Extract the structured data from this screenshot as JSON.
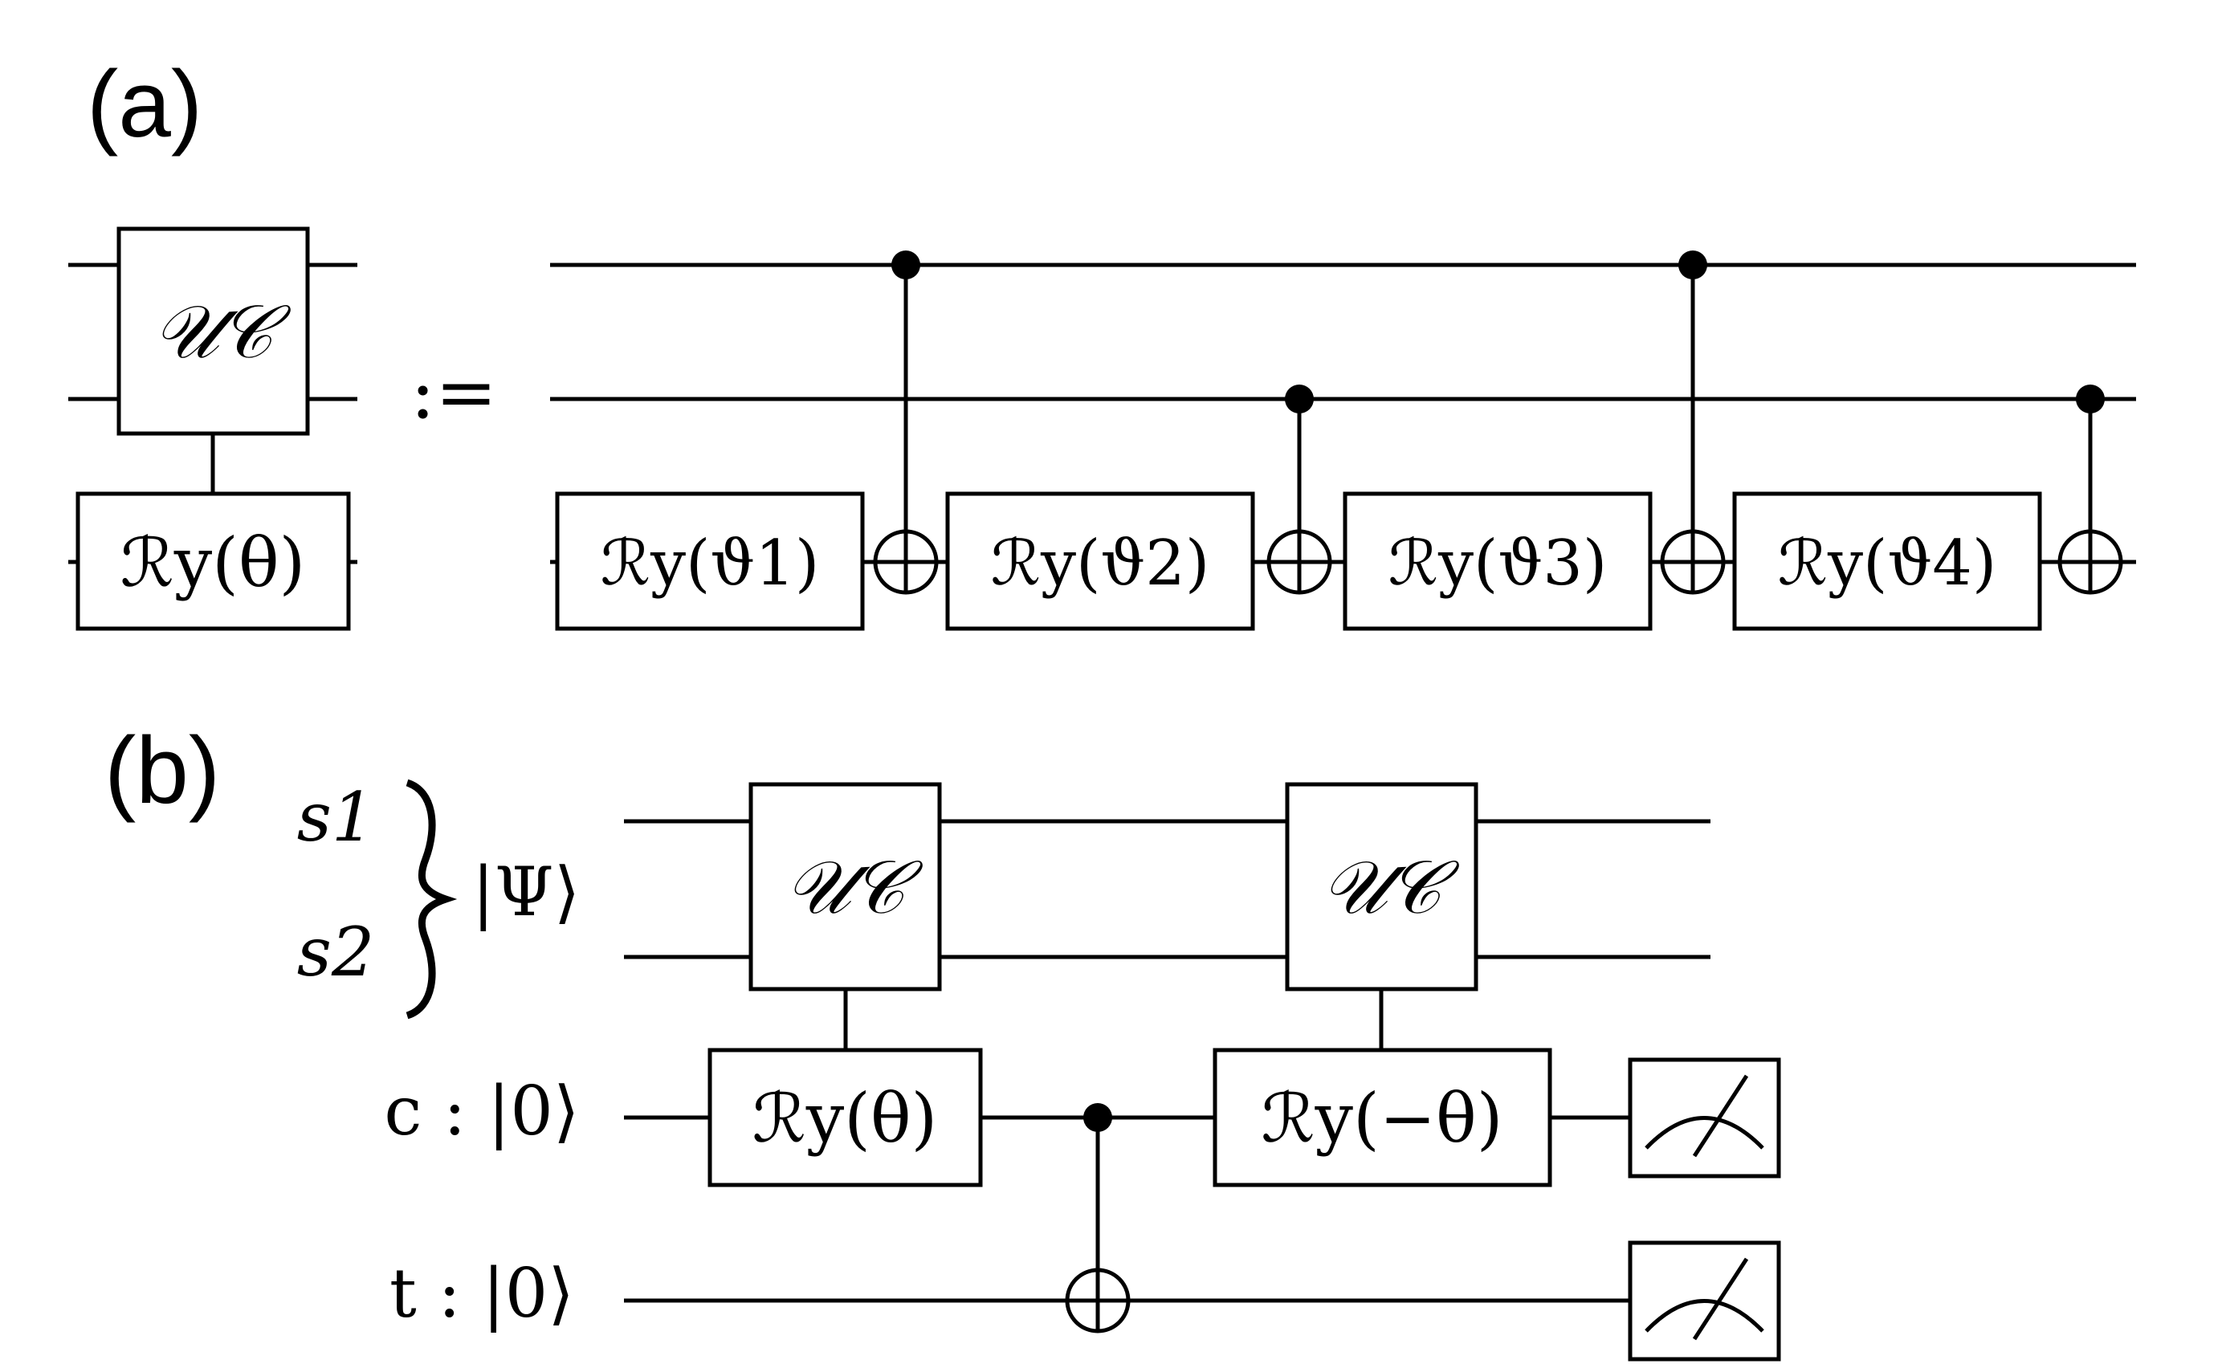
{
  "panel_a": {
    "label": "(a)",
    "uc_label": "𝒰𝒞",
    "ry_theta_label": "ℛy(θ)",
    "define_symbol": ":=",
    "rotations": [
      "ℛy(ϑ1)",
      "ℛy(ϑ2)",
      "ℛy(ϑ3)",
      "ℛy(ϑ4)"
    ]
  },
  "panel_b": {
    "label": "(b)",
    "s1": "s1",
    "s2": "s2",
    "psi": "|Ψ⟩",
    "c_label": "c : |0⟩",
    "t_label": "t : |0⟩",
    "uc_label_1": "𝒰𝒞",
    "uc_label_2": "𝒰𝒞",
    "ry_pos": "ℛy(θ)",
    "ry_neg": "ℛy(−θ)",
    "measure_icon": "meter-icon"
  }
}
